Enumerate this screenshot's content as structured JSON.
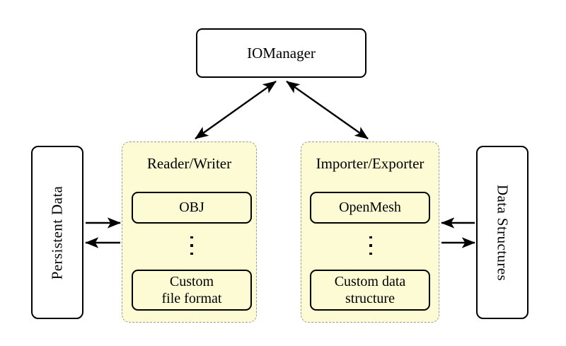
{
  "diagram": {
    "title_node": {
      "label": "IOManager"
    },
    "left_endpoint": {
      "label": "Persistent Data",
      "orientation": "rotated-90-ccw"
    },
    "right_endpoint": {
      "label": "Data Structures",
      "orientation": "rotated-90-cw"
    },
    "groups": [
      {
        "id": "reader-writer",
        "title": "Reader/Writer",
        "items": [
          {
            "label": "OBJ"
          },
          {
            "label": "Custom\nfile format",
            "line1": "Custom",
            "line2": "file format"
          }
        ],
        "ellipsis": "vertical-dots"
      },
      {
        "id": "importer-exporter",
        "title": "Importer/Exporter",
        "items": [
          {
            "label": "OpenMesh"
          },
          {
            "label": "Custom data\nstructure",
            "line1": "Custom data",
            "line2": "structure"
          }
        ],
        "ellipsis": "vertical-dots"
      }
    ],
    "connections": [
      {
        "name": "manager-to-reader-writer",
        "style": "double-headed-arrow"
      },
      {
        "name": "manager-to-importer-exporter",
        "style": "double-headed-arrow"
      },
      {
        "name": "persistent-data-to-reader-writer",
        "style": "arrow-right"
      },
      {
        "name": "reader-writer-to-persistent-data",
        "style": "arrow-left"
      },
      {
        "name": "data-structures-to-importer-exporter",
        "style": "arrow-left"
      },
      {
        "name": "importer-exporter-to-data-structures",
        "style": "arrow-right"
      }
    ],
    "colors": {
      "group_fill": "#fdfbd4",
      "group_border": "#9a9a9a",
      "node_border": "#000000",
      "node_fill": "#ffffff",
      "background": "#ffffff"
    }
  }
}
